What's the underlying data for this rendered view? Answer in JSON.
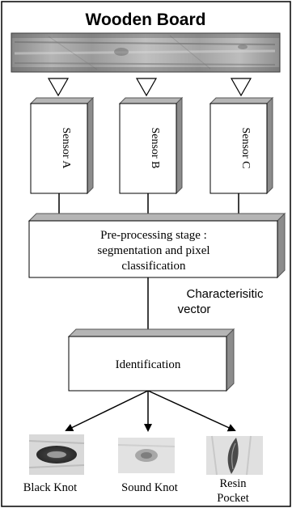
{
  "title": "Wooden Board",
  "sensors": [
    {
      "label": "Sensor A"
    },
    {
      "label": "Sensor B"
    },
    {
      "label": "Sensor C"
    }
  ],
  "preprocessing": {
    "line1": "Pre-processing stage :",
    "line2": "segmentation and pixel",
    "line3": "classification"
  },
  "vector_label": {
    "line1": "Characterisitic",
    "line2": "vector"
  },
  "identification": "Identification",
  "outputs": [
    {
      "label_lines": [
        "Black Knot"
      ]
    },
    {
      "label_lines": [
        "Sound Knot"
      ]
    },
    {
      "label_lines": [
        "Resin",
        "Pocket"
      ]
    }
  ]
}
